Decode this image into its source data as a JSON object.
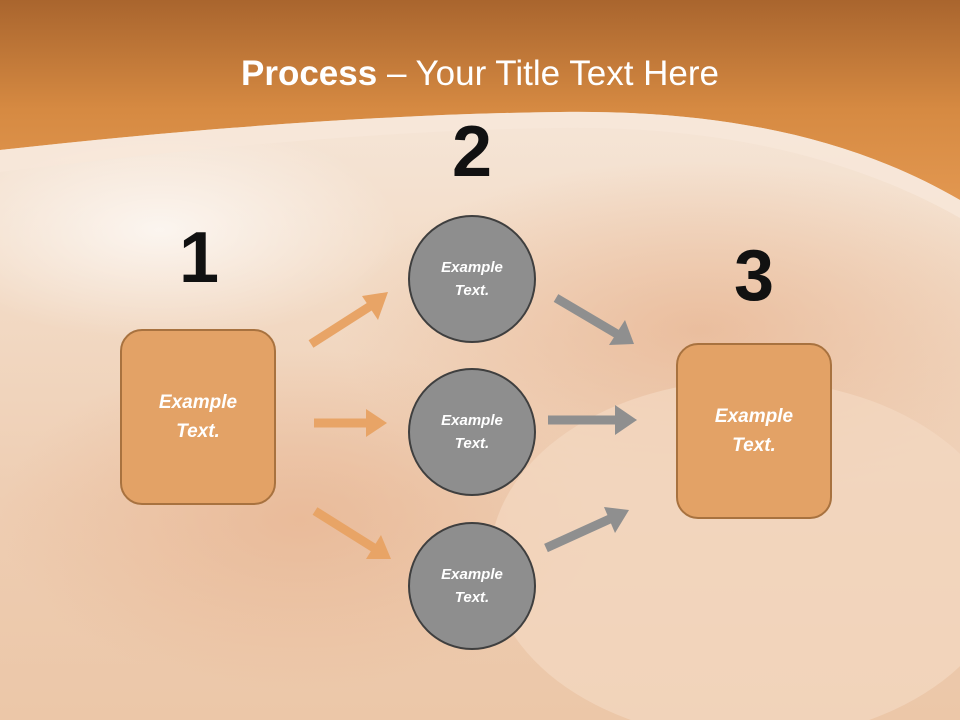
{
  "title": {
    "bold": "Process",
    "rest": " – Your Title Text Here"
  },
  "steps": [
    "1",
    "2",
    "3"
  ],
  "left_box": {
    "label": "Example\nText."
  },
  "circles": [
    {
      "label": "Example\nText."
    },
    {
      "label": "Example\nText."
    },
    {
      "label": "Example\nText."
    }
  ],
  "right_box": {
    "label": "Example\nText."
  },
  "colors": {
    "header_orange": "#d98d45",
    "box_fill": "#e3a266",
    "circle_fill": "#8e8e8e",
    "arrow_orange": "#e8a466",
    "arrow_gray": "#8f8f8f"
  }
}
